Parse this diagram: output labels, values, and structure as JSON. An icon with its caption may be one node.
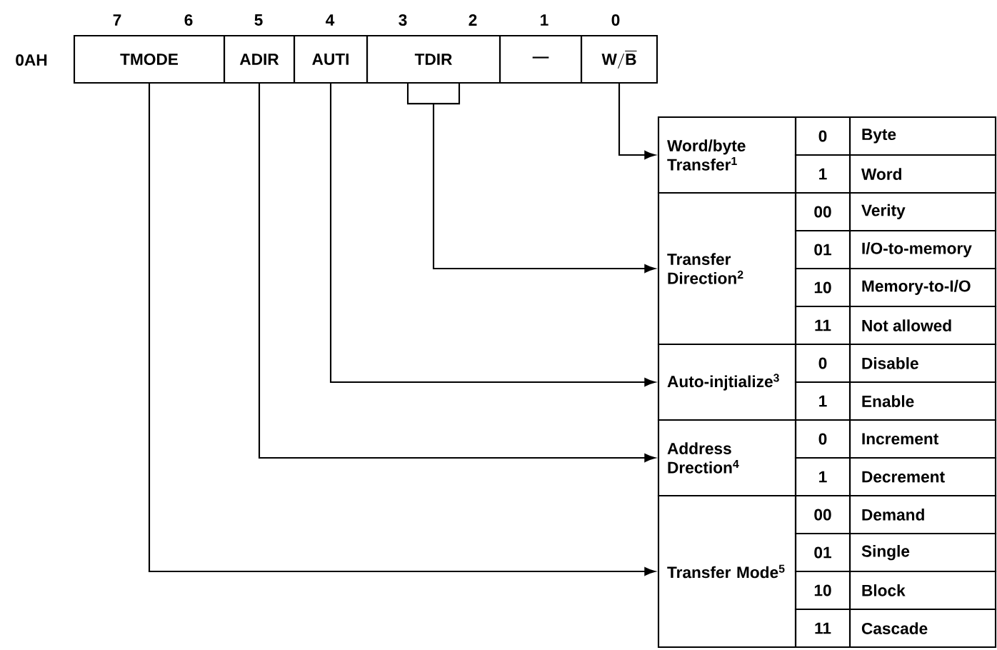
{
  "diagram": {
    "nodes": [
      {
        "text": [
          "TMODE"
        ]
      },
      {
        "text": [
          "ADIR"
        ]
      },
      {
        "text": [
          "AUTI"
        ]
      },
      {
        "text": [
          "TDIR"
        ]
      },
      {
        "text": [
          "—"
        ]
      },
      {
        "text": [
          "\\mathbf{W/\\overline{B}}"
        ]
      },
      {
        "text": [
          "Word/byte Transfer$^{1}$"
        ]
      },
      {
        "text": [
          "Transfer Direction$^{2}$"
        ]
      },
      {
        "text": [
          "Auto-injtialize$^{3}$"
        ]
      },
      {
        "text": [
          "Address Drection$^{4}$"
        ]
      },
      {
        "text": [
          "Transfer Mode$^{5}$"
        ]
      }
    ],
    "edges": [
      {
        "from": 5,
        "to": 6,
        "arrow": "to"
      },
      {
        "from": 3,
        "to": 7,
        "arrow": "to"
      },
      {
        "from": 2,
        "to": 8,
        "arrow": "to"
      },
      {
        "from": 1,
        "to": 9,
        "arrow": "to"
      },
      {
        "from": 0,
        "to": 10,
        "arrow": "to"
      }
    ],
    "labels": [
      "7",
      "6",
      "5",
      "4",
      "3",
      "2",
      "1",
      "0",
      "0AH",
      "0",
      "Byte",
      "1",
      "Word",
      "00",
      "Verity",
      "01",
      "I/O-to-memory",
      "10",
      "Memory-to-I/O",
      "11",
      "Not allowed",
      "0",
      "Disable",
      "1",
      "Enable",
      "0",
      "Increment",
      "1",
      "Decrement",
      "00",
      "Demand",
      "01",
      "Single",
      "10",
      "Block",
      "11",
      "Cascade"
    ]
  }
}
